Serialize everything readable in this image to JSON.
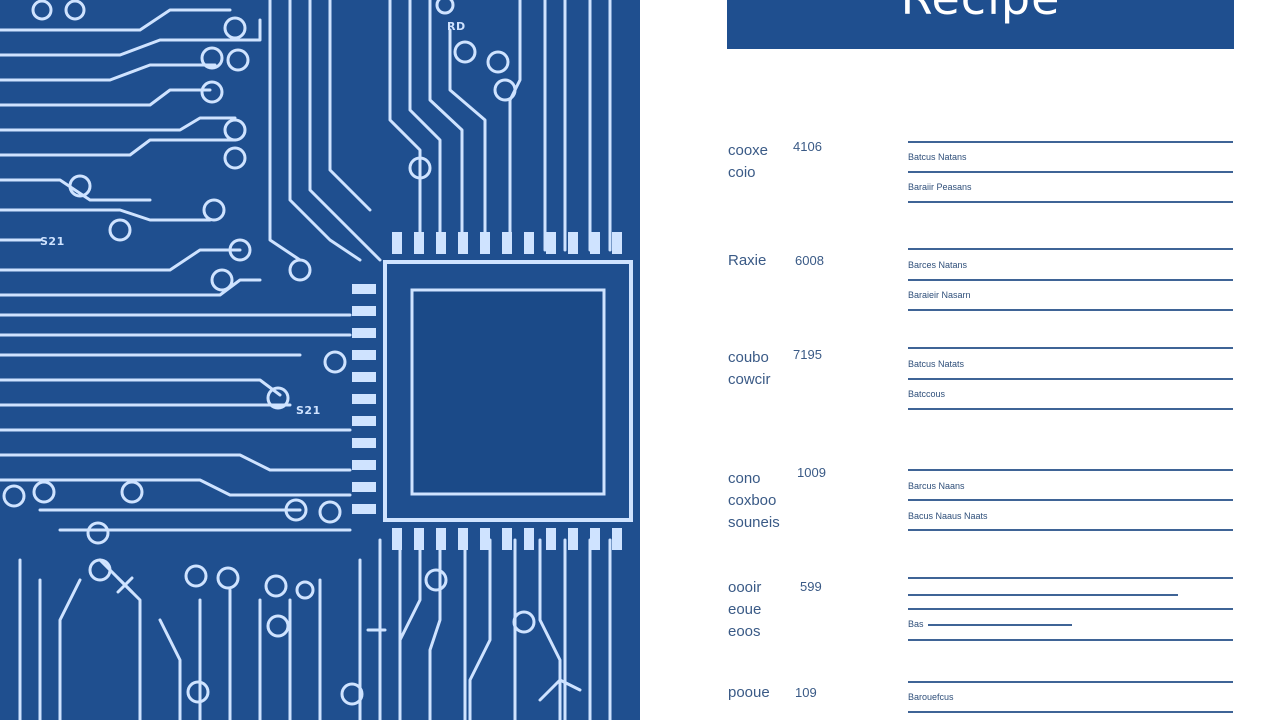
{
  "recipe": {
    "title": "Recipe",
    "rows": [
      {
        "label": [
          "cooxe",
          "coio"
        ],
        "qty": "4106",
        "lines": [
          "Batcus Natans",
          "Baraiir Peasans"
        ]
      },
      {
        "label": [
          "Raxie"
        ],
        "qty": "6008",
        "lines": [
          "Barces Natans",
          "Baraieir Nasarn"
        ]
      },
      {
        "label": [
          "coubo",
          "cowcir"
        ],
        "qty": "7195",
        "lines": [
          "Batcus Natats",
          "Batccous"
        ]
      },
      {
        "label": [
          "cono",
          "coxboo",
          "souneis"
        ],
        "qty": "1009",
        "lines": [
          "Barcus Naans",
          "Bacus Naaus Naats"
        ]
      },
      {
        "label": [
          "oooir",
          "eoue",
          "eoos"
        ],
        "qty": "599",
        "lines": [
          "",
          "",
          "Bas"
        ]
      },
      {
        "label": [
          "pooue"
        ],
        "qty": "109",
        "lines": [
          "Barouefcus"
        ]
      }
    ]
  },
  "circuit": {
    "labels": [
      "RD",
      "S21",
      "S21"
    ],
    "colors": {
      "board": "#1f4f8f",
      "trace": "#cfe3ff"
    }
  }
}
